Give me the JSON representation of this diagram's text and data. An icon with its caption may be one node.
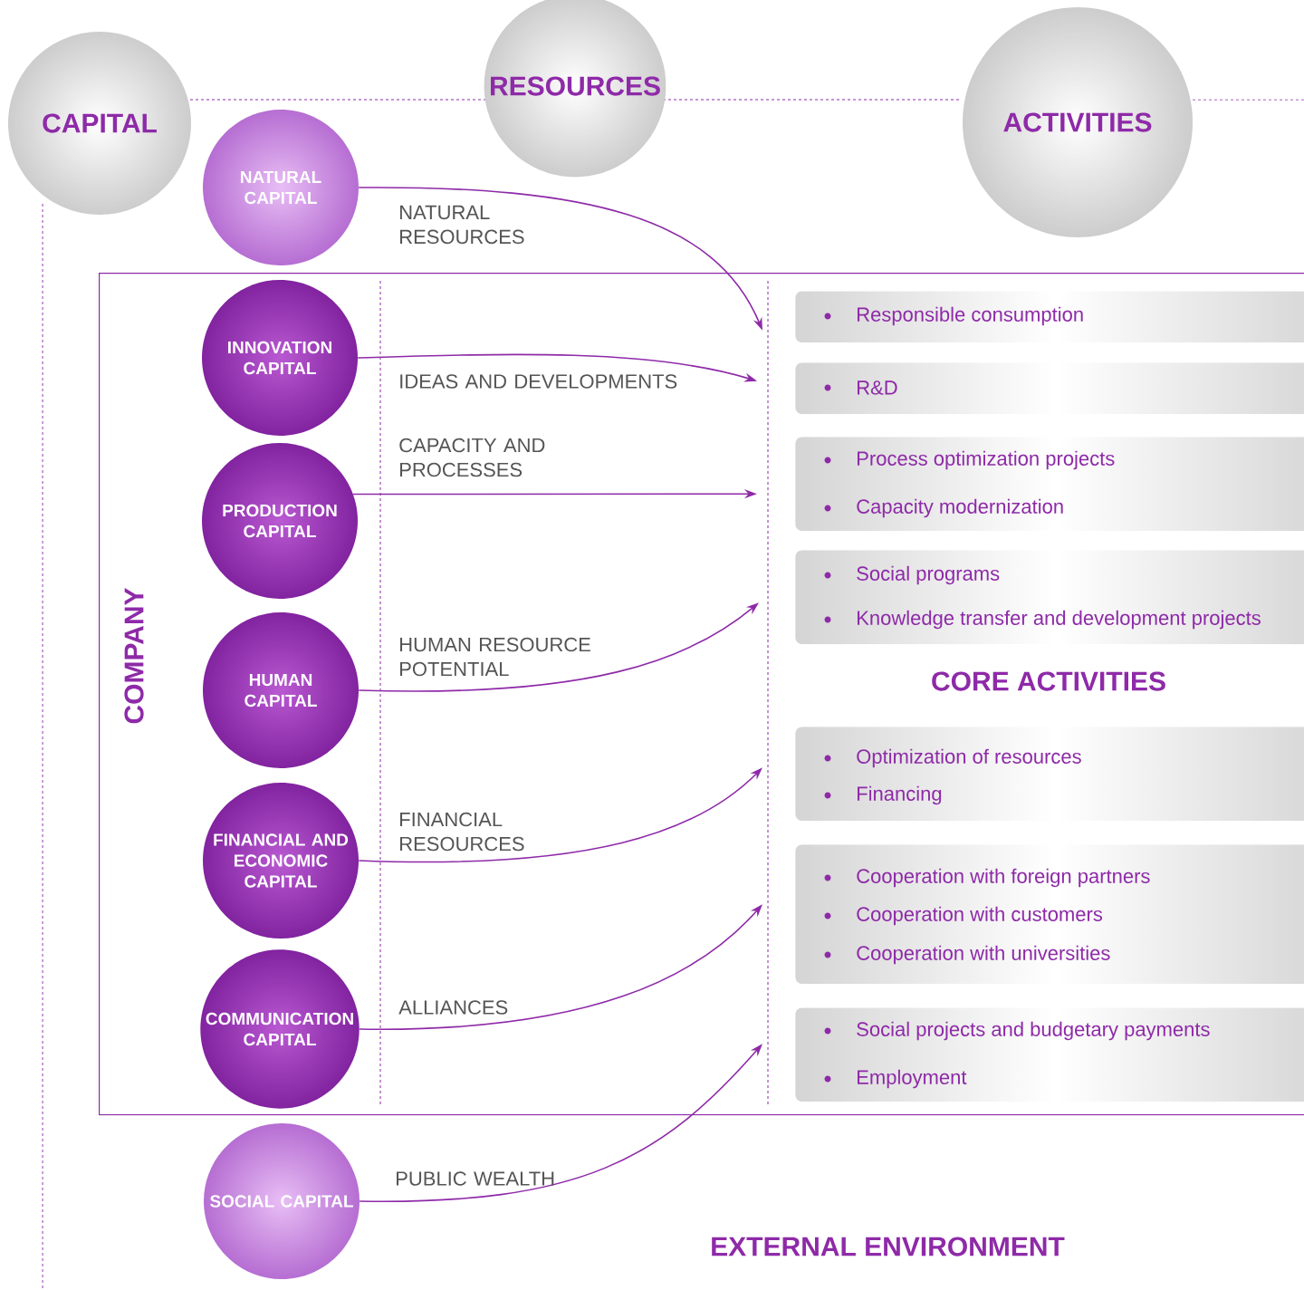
{
  "diagram": {
    "nodes": [
      {
        "text": [
          "CAPITAL"
        ]
      },
      {
        "text": [
          "RESOURCES"
        ]
      },
      {
        "text": [
          "ACTIVITIES"
        ]
      },
      {
        "text": [
          "COMPANY"
        ]
      },
      {
        "text": [
          "NATURAL CAPITAL"
        ]
      },
      {
        "text": [
          "INNOVATION CAPITAL"
        ],
        "in": 3
      },
      {
        "text": [
          "PRODUCTION CAPITAL"
        ],
        "in": 3
      },
      {
        "text": [
          "HUMAN CAPITAL"
        ],
        "in": 3
      },
      {
        "text": [
          "FINANCIAL AND ECONOMIC CAPITAL"
        ],
        "in": 3
      },
      {
        "text": [
          "COMMUNICATION CAPITAL"
        ],
        "in": 3
      },
      {
        "text": [
          "SOCIAL CAPITAL"
        ]
      },
      {
        "text": [
          "Responsible consumption"
        ],
        "in": 3
      },
      {
        "text": [
          "R&D"
        ],
        "in": 3
      },
      {
        "text": [
          "Process optimization projects",
          "Capacity modernization"
        ],
        "in": 3
      },
      {
        "text": [
          "Social programs",
          "Knowledge transfer and development projects"
        ],
        "in": 3
      },
      {
        "text": [
          "Optimization of resources",
          "Financing"
        ],
        "in": 3
      },
      {
        "text": [
          "Cooperation with foreign partners",
          "Cooperation with customers",
          "Cooperation with universities"
        ],
        "in": 3
      },
      {
        "text": [
          "Social projects and budgetary payments",
          "Employment"
        ],
        "in": 3
      }
    ],
    "edges": [
      {
        "from": 4,
        "to": 11,
        "arrow": "to",
        "label": "NATURAL RESOURCES"
      },
      {
        "from": 5,
        "to": 12,
        "arrow": "to",
        "label": "IDEAS AND DEVELOPMENTS"
      },
      {
        "from": 6,
        "to": 13,
        "arrow": "to",
        "label": "CAPACITY AND PROCESSES"
      },
      {
        "from": 7,
        "to": 14,
        "arrow": "to",
        "label": "HUMAN RESOURCE POTENTIAL"
      },
      {
        "from": 8,
        "to": 15,
        "arrow": "to",
        "label": "FINANCIAL RESOURCES"
      },
      {
        "from": 9,
        "to": 16,
        "arrow": "to",
        "label": "ALLIANCES"
      },
      {
        "from": 10,
        "to": 17,
        "arrow": "to",
        "label": "PUBLIC WEALTH"
      }
    ],
    "labels": [
      "CORE ACTIVITIES",
      "EXTERNAL ENVIRONMENT"
    ]
  }
}
